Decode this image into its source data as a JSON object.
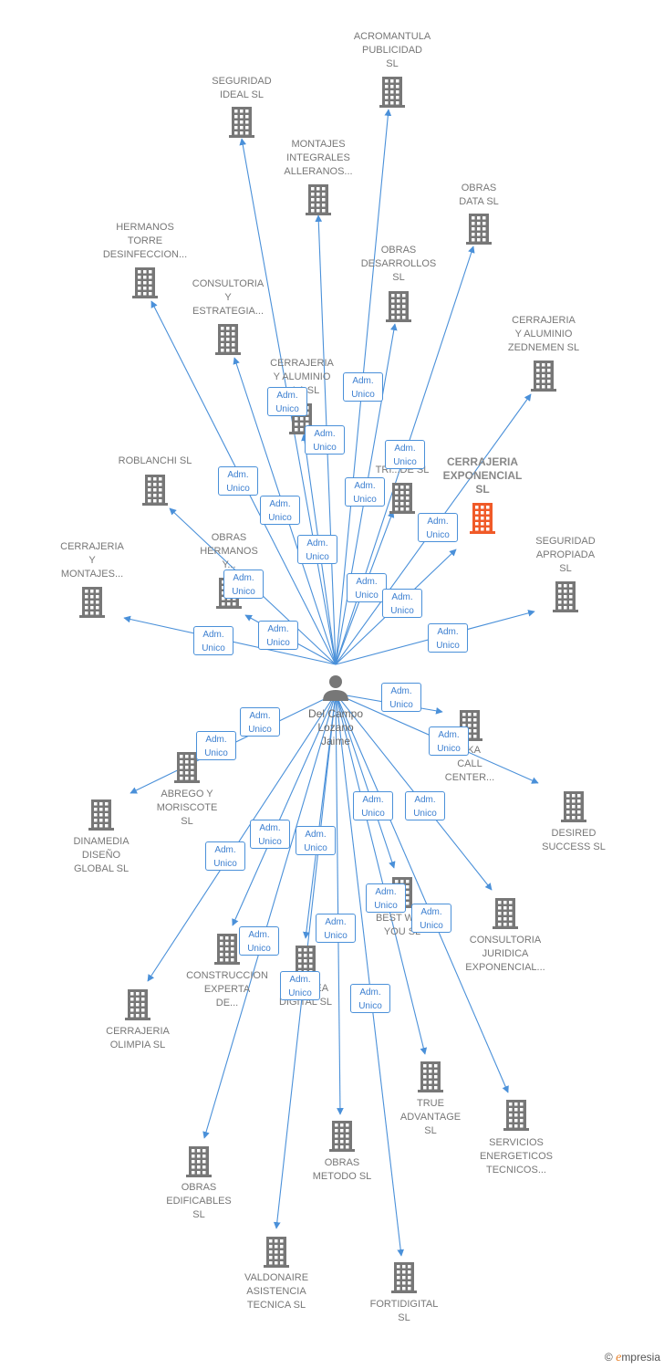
{
  "person": {
    "lines": [
      "Del Campo",
      "Lozano",
      "Jaime"
    ],
    "icon": "person-icon"
  },
  "role_label": [
    "Adm.",
    "Unico"
  ],
  "colors": {
    "edge": "#4a90d9",
    "building": "#777777",
    "focus_building": "#f05a28",
    "role_text": "#3c7fd0"
  },
  "companies": [
    {
      "lines": [
        "ACROMANTULA",
        "PUBLICIDAD",
        "SL"
      ]
    },
    {
      "lines": [
        "SEGURIDAD",
        "IDEAL SL"
      ]
    },
    {
      "lines": [
        "MONTAJES",
        "INTEGRALES",
        "ALLERANOS..."
      ]
    },
    {
      "lines": [
        "OBRAS",
        "DATA SL"
      ]
    },
    {
      "lines": [
        "HERMANOS",
        "TORRE",
        "DESINFECCION..."
      ]
    },
    {
      "lines": [
        "OBRAS",
        "DESARROLLOS",
        "SL"
      ]
    },
    {
      "lines": [
        "CONSULTORIA",
        "Y",
        "ESTRATEGIA..."
      ]
    },
    {
      "lines": [
        "CERRAJERIA",
        "Y ALUMINIO",
        "ZEDNEMEN SL"
      ]
    },
    {
      "lines": [
        "CERRAJERIA",
        "Y ALUMINIO",
        "...LA SL"
      ]
    },
    {
      "lines": [
        "ROBLANCHI SL"
      ]
    },
    {
      "lines": [
        "PU...D",
        "TRI...DE SL"
      ]
    },
    {
      "lines": [
        "CERRAJERIA",
        "EXPONENCIAL",
        "SL"
      ],
      "focus": true
    },
    {
      "lines": [
        "CERRAJERIA",
        "Y",
        "MONTAJES..."
      ]
    },
    {
      "lines": [
        "OBRAS",
        "HERMANOS",
        "Y..."
      ]
    },
    {
      "lines": [
        "SEGURIDAD",
        "APROPIADA",
        "SL"
      ]
    },
    {
      "lines": [
        "...KA",
        "CALL",
        "CENTER..."
      ]
    },
    {
      "lines": [
        "DESIRED",
        "SUCCESS SL"
      ]
    },
    {
      "lines": [
        "ABREGO Y",
        "MORISCOTE",
        "SL"
      ]
    },
    {
      "lines": [
        "DINAMEDIA",
        "DISEÑO",
        "GLOBAL SL"
      ]
    },
    {
      "lines": [
        "CONSULTORIA",
        "JURIDICA",
        "EXPONENCIAL..."
      ]
    },
    {
      "lines": [
        "BEST WA...",
        "YOU SL"
      ]
    },
    {
      "lines": [
        "CONSTRUCCION",
        "EXPERTA",
        "DE..."
      ]
    },
    {
      "lines": [
        "INS...NEA",
        "DIGITAL SL"
      ]
    },
    {
      "lines": [
        "CERRAJERIA",
        "OLIMPIA SL"
      ]
    },
    {
      "lines": [
        "TRUE",
        "ADVANTAGE",
        "SL"
      ]
    },
    {
      "lines": [
        "SERVICIOS",
        "ENERGETICOS",
        "TECNICOS..."
      ]
    },
    {
      "lines": [
        "OBRAS",
        "METODO SL"
      ]
    },
    {
      "lines": [
        "OBRAS",
        "EDIFICABLES",
        "SL"
      ]
    },
    {
      "lines": [
        "VALDONAIRE",
        "ASISTENCIA",
        "TECNICA SL"
      ]
    },
    {
      "lines": [
        "FORTIDIGITAL",
        "SL"
      ]
    }
  ],
  "brand": {
    "copyright": "©",
    "name_initial": "e",
    "name_rest": "mpresia"
  }
}
